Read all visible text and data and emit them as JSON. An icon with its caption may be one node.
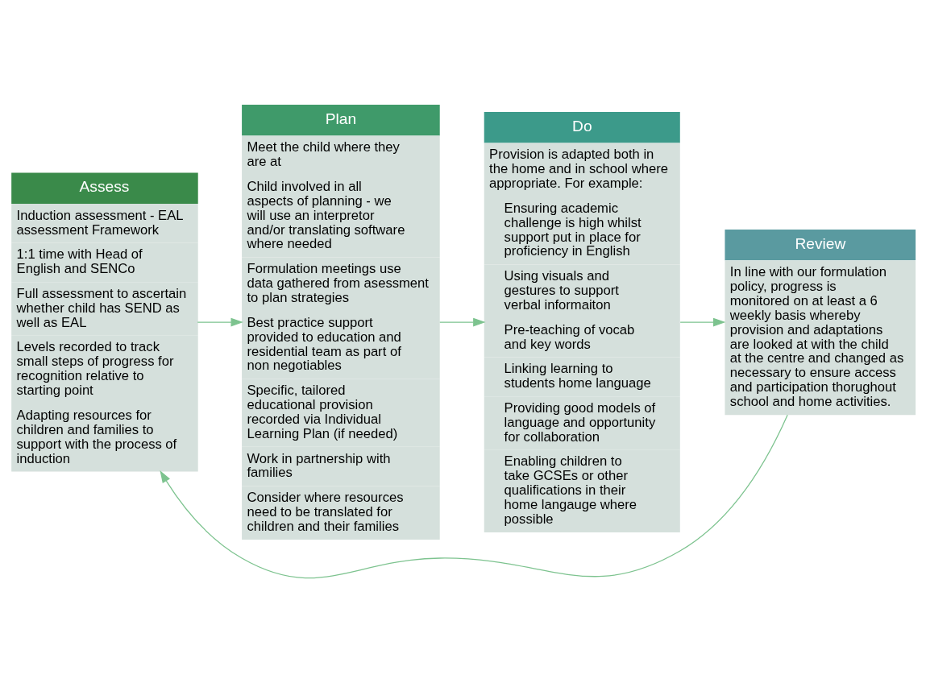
{
  "diagram": {
    "nodes": [
      {
        "text": [
          "Assess",
          "Induction assessment - EAL assessment Framework",
          "1:1 time with Head of English and SENCo",
          "Full assessment to ascertain whether child has SEND as well as EAL",
          "Levels recorded to track small steps of progress for recognition relative to starting point",
          "Adapting resources for children and families to support with the process of induction"
        ]
      },
      {
        "text": [
          "Plan",
          "Meet the child where they are at",
          "Child involved in all aspects of planning - we will use an interpretor and/or translating software where needed",
          "Formulation meetings use data gathered from asessment to plan strategies",
          "Best practice support provided to education and residential team as part of non negotiables",
          "Specific, tailored educational provision recorded via Individual Learning Plan (if needed)",
          "Work in partnership with families",
          "Consider where resources need to be translated for children and their families"
        ]
      },
      {
        "text": [
          "Do",
          "Provision is adapted both in the home and in school where appropriate. For example:",
          "Ensuring academic challenge is high whilst support put in place for proficiency in English",
          "Using visuals and gestures to support verbal informaiton",
          "Pre-teaching of vocab and key words",
          "Linking learning to students home language",
          "Providing good models of language and opportunity for collaboration",
          "Enabling children to take GCSEs or other qualifications in their home langauge where possible"
        ]
      },
      {
        "text": [
          "Review",
          "In line with our formulation policy, progress is monitored on at least a 6 weekly basis whereby provision and adaptations are looked at with the child at the centre and changed as necessary to ensure access and participation thorughout school and home activities."
        ]
      }
    ],
    "edges": [
      {
        "from": 0,
        "to": 1,
        "arrow": "to"
      },
      {
        "from": 1,
        "to": 2,
        "arrow": "to"
      },
      {
        "from": 2,
        "to": 3,
        "arrow": "to"
      },
      {
        "from": 3,
        "to": 0,
        "arrow": "to"
      }
    ]
  }
}
